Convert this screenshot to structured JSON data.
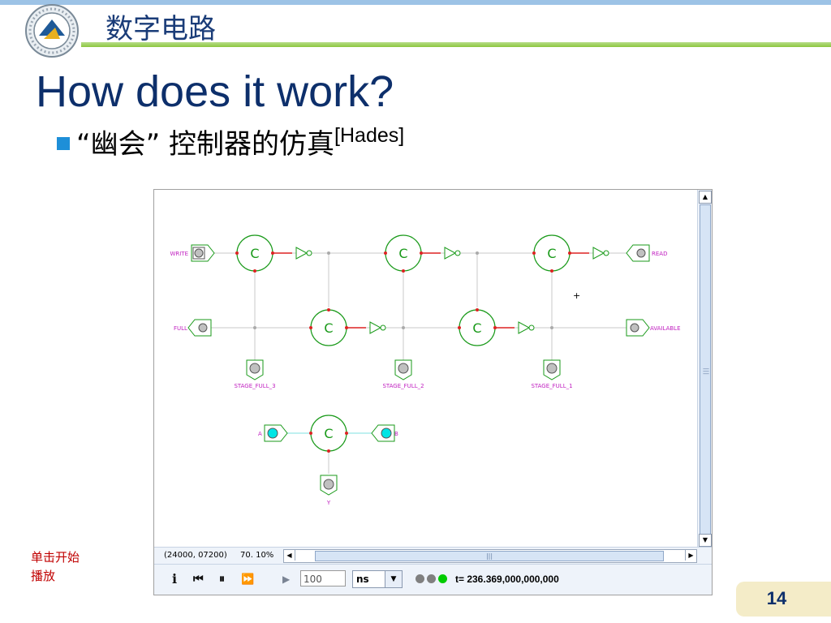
{
  "header": {
    "course_title": "数字电路"
  },
  "slide": {
    "title": "How does it work?",
    "bullet": "“幽会” 控制器的仿真",
    "bullet_ref": "[Hades]",
    "play_label_1": "单击开始",
    "play_label_2": "播放",
    "page_number": "14"
  },
  "simulator": {
    "ports": {
      "write": "WRITE",
      "read": "READ",
      "full": "FULL",
      "available": "AVAILABLE",
      "stage3": "STAGE_FULL_3",
      "stage2": "STAGE_FULL_2",
      "stage1": "STAGE_FULL_1",
      "a": "A",
      "b": "B",
      "y": "Y"
    },
    "gate_label": "C",
    "cursor": "+",
    "status_coord": "(24000, 07200)",
    "status_zoom": "70. 10%",
    "step_value": "100",
    "time_unit": "ns",
    "time_readout": "t= 236.369,000,000,000",
    "colors": {
      "wire": "#c8c8c8",
      "gate": "#1a9a1a",
      "pin": "#dd2222",
      "led_off": "#c0c0c0",
      "led_on": "#00e5e5",
      "active_dot": "#00cc00"
    }
  }
}
